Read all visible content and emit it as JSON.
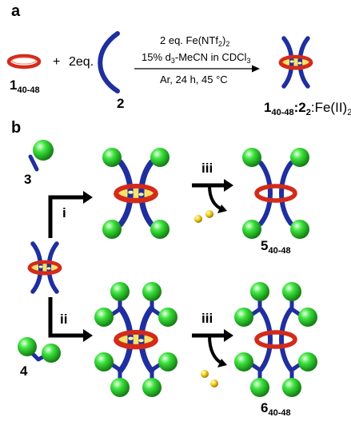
{
  "panels": {
    "a": "a",
    "b": "b"
  },
  "scheme_a": {
    "reactant1": {
      "main": "1",
      "sub": "40-48"
    },
    "plus": "+",
    "stoich": "2eq.",
    "reactant2": "2",
    "conditions": {
      "line1": {
        "pre": "2 eq. Fe(NTf",
        "sub": "2",
        "post": ")",
        "sub2": "2"
      },
      "line2": {
        "pre": "15% d",
        "sub": "3",
        "mid": "-MeCN in CDCl",
        "sub2": "3"
      },
      "line3": "Ar, 24 h, 45 °C"
    },
    "product": {
      "n1": "1",
      "s1": "40-48",
      "colon1": ":",
      "n2": "2",
      "s2": "2",
      "rest": ":Fe(II)",
      "s3": "2"
    }
  },
  "scheme_b": {
    "reagent3": "3",
    "reagent4": "4",
    "step_i": "i",
    "step_ii": "ii",
    "step_iii_top": "iii",
    "step_iii_bottom": "iii",
    "product5": {
      "main": "5",
      "sub": "40-48"
    },
    "product6": {
      "main": "6",
      "sub": "40-48"
    }
  },
  "colors": {
    "ring": "#d42a1a",
    "axle": "#1f2f9e",
    "stopper": "#2fd52f",
    "iron": "#f2d21c",
    "arrow": "#000000"
  }
}
